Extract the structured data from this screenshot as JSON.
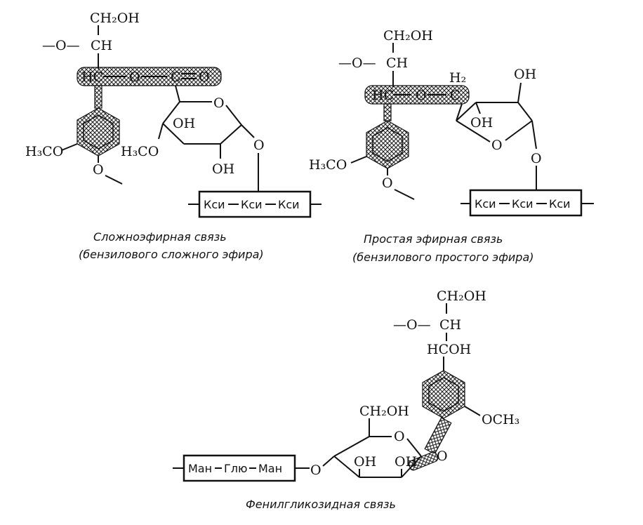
{
  "structures": [
    {
      "id": "ester",
      "caption_line1": "Сложноэфирная связь",
      "caption_line2": "(бензилового сложного эфира)",
      "groups": {
        "ch2oh": "CH₂OH",
        "link_o": "—O—",
        "ch": "CH",
        "hc": "HC",
        "o_bridge": "O",
        "carbonyl_c": "C",
        "carbonyl_o": "O",
        "methoxy": "H₃CO",
        "para_o": "O",
        "sugar_ring_o": "O",
        "sugar_oh1": "OH",
        "sugar_oh2": "OH",
        "sugar_och3": "H₃CO",
        "glycosidic_o": "O"
      },
      "chain": [
        "Кси",
        "Кси",
        "Кси"
      ]
    },
    {
      "id": "ether",
      "caption_line1": "Простая эфирная связь",
      "caption_line2": "(бензилового простого эфира)",
      "groups": {
        "ch2oh": "CH₂OH",
        "link_o": "—O—",
        "ch": "CH",
        "hc": "HC",
        "o_bridge": "O",
        "ch2_c": "C",
        "h2": "H₂",
        "sugar_oh_top": "OH",
        "sugar_oh_mid": "OH",
        "sugar_ring_o": "O",
        "methoxy": "H₃CO",
        "para_o": "O",
        "glycosidic_o": "O"
      },
      "chain": [
        "Кси",
        "Кси",
        "Кси"
      ]
    },
    {
      "id": "phenylglycoside",
      "caption_line1": "Фенилгликозидная связь",
      "groups": {
        "ch2oh_top": "CH₂OH",
        "link_o": "—O—",
        "ch": "CH",
        "hcoh": "HCOH",
        "och3": "OCH₃",
        "phenyl_o": "O",
        "ch2oh_sugar": "CH₂OH",
        "sugar_ring_o": "O",
        "sugar_oh1": "OH",
        "sugar_oh2": "OH",
        "chain_o": "O"
      },
      "chain": [
        "Ман",
        "Глю",
        "Ман"
      ]
    }
  ]
}
